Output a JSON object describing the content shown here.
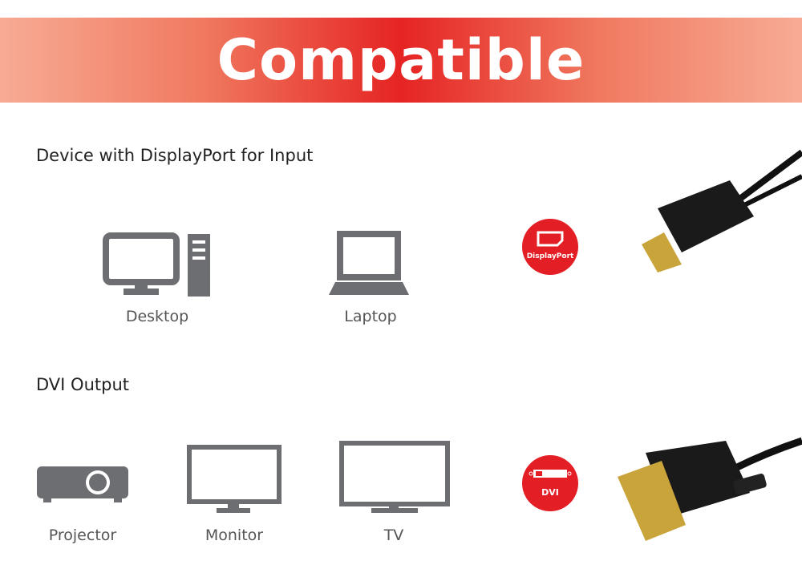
{
  "banner": {
    "title": "Compatible"
  },
  "sections": [
    {
      "heading": "Device with DisplayPort for Input",
      "devices": [
        "Desktop",
        "Laptop"
      ],
      "badge": "DisplayPort"
    },
    {
      "heading": "DVI Output",
      "devices": [
        "Projector",
        "Monitor",
        "TV"
      ],
      "badge": "DVI"
    }
  ],
  "colors": {
    "accent": "#e31e24",
    "icon": "#6d6e71"
  }
}
